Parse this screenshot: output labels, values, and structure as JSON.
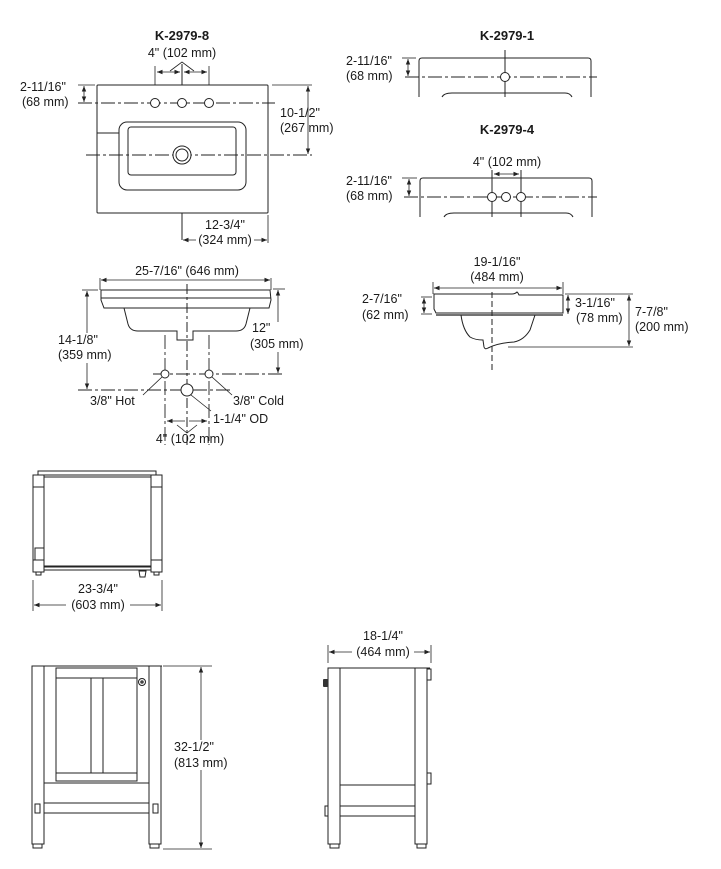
{
  "views": {
    "k2979_8": {
      "title": "K-2979-8",
      "spread": "4\" (102 mm)",
      "edge_to_holes_in": "2-11/16\"",
      "edge_to_holes_mm": "(68 mm)",
      "depth_to_drain_in": "10-1/2\"",
      "depth_to_drain_mm": "(267 mm)",
      "drain_to_side_in": "12-3/4\"",
      "drain_to_side_mm": "(324 mm)"
    },
    "k2979_1": {
      "title": "K-2979-1",
      "edge_to_hole_in": "2-11/16\"",
      "edge_to_hole_mm": "(68 mm)"
    },
    "k2979_4": {
      "title": "K-2979-4",
      "spread": "4\" (102 mm)",
      "edge_to_holes_in": "2-11/16\"",
      "edge_to_holes_mm": "(68 mm)"
    },
    "front_section": {
      "width": "25-7/16\" (646 mm)",
      "total_height_in": "14-1/8\"",
      "total_height_mm": "(359 mm)",
      "supply_height_in": "12\"",
      "supply_height_mm": "(305 mm)",
      "hot_label": "3/8\" Hot",
      "cold_label": "3/8\" Cold",
      "drain_label": "1-1/4\" OD",
      "supply_spread": "4\" (102 mm)"
    },
    "side_section": {
      "depth_in": "19-1/16\"",
      "depth_mm": "(484 mm)",
      "rim_front_in": "2-7/16\"",
      "rim_front_mm": "(62 mm)",
      "rim_back_in": "3-1/16\"",
      "rim_back_mm": "(78 mm)",
      "bowl_depth_in": "7-7/8\"",
      "bowl_depth_mm": "(200 mm)"
    },
    "vanity_top": {
      "width_in": "23-3/4\"",
      "width_mm": "(603 mm)"
    },
    "vanity_front": {
      "height_in": "32-1/2\"",
      "height_mm": "(813 mm)"
    },
    "vanity_side": {
      "depth_in": "18-1/4\"",
      "depth_mm": "(464 mm)"
    }
  }
}
